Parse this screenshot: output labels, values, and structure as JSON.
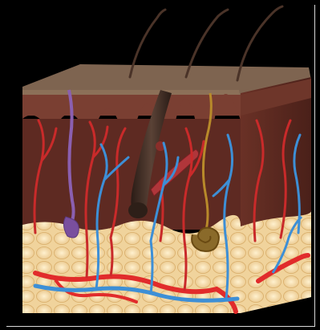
{
  "illustration": {
    "subject": "skin-cross-section",
    "layers": [
      "epidermis",
      "dermis",
      "subcutaneous-fat"
    ],
    "structures": [
      "hair-shaft",
      "hair-follicle",
      "arrector-pili-muscle",
      "sweat-gland",
      "sebaceous-gland",
      "artery",
      "vein",
      "nerve-fiber"
    ]
  },
  "colors": {
    "background": "#000000",
    "surface": "#7e6450",
    "epidermis": "#7a3f32",
    "dermis": "#5e2a22",
    "fat": "#f3d9a6",
    "artery": "#e12b2b",
    "vein": "#3d8fd6",
    "hair": "#3b2a22",
    "gland": "#8a6a2a",
    "nerve": "#8b5fb0"
  }
}
